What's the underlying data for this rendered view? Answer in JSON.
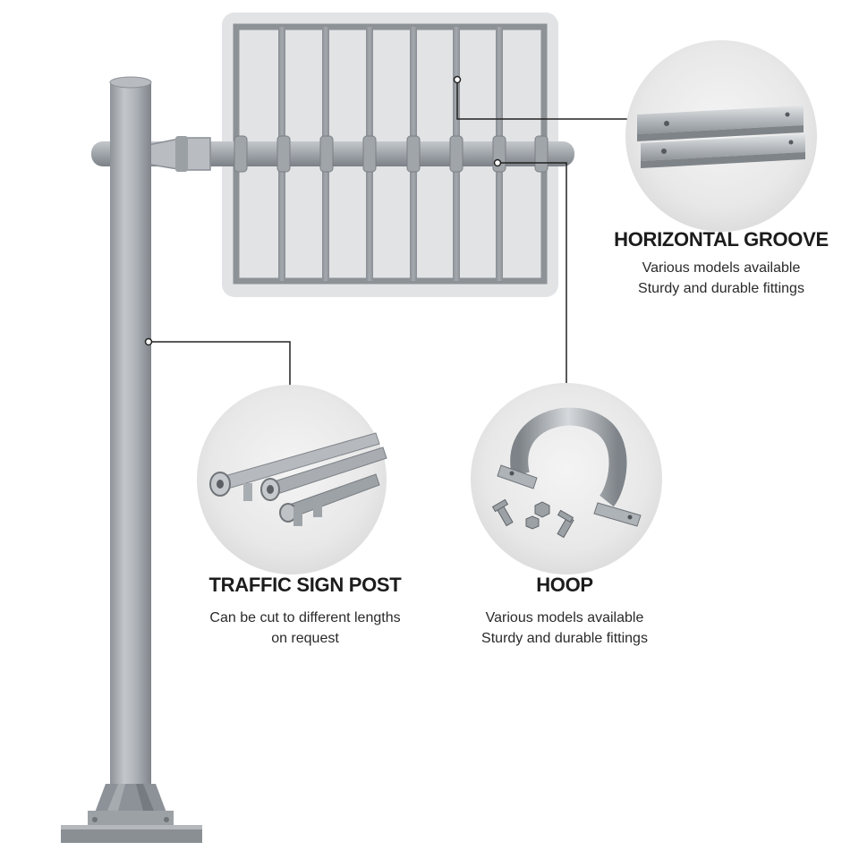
{
  "features": {
    "horizontal_groove": {
      "title": "HORIZONTAL GROOVE",
      "desc_line1": "Various models available",
      "desc_line2": "Sturdy and durable fittings"
    },
    "traffic_sign_post": {
      "title": "TRAFFIC SIGN POST",
      "desc_line1": "Can be cut to different  lengths",
      "desc_line2": "on request"
    },
    "hoop": {
      "title": "HOOP",
      "desc_line1": "Various models available",
      "desc_line2": "Sturdy and durable fittings"
    }
  },
  "colors": {
    "background": "#ffffff",
    "pole": "#a9aeb3",
    "sign_panel": "#dfe1e3",
    "circle_background": "#e6e6e6",
    "leader_line": "#222222",
    "text": "#1c1c1c"
  }
}
